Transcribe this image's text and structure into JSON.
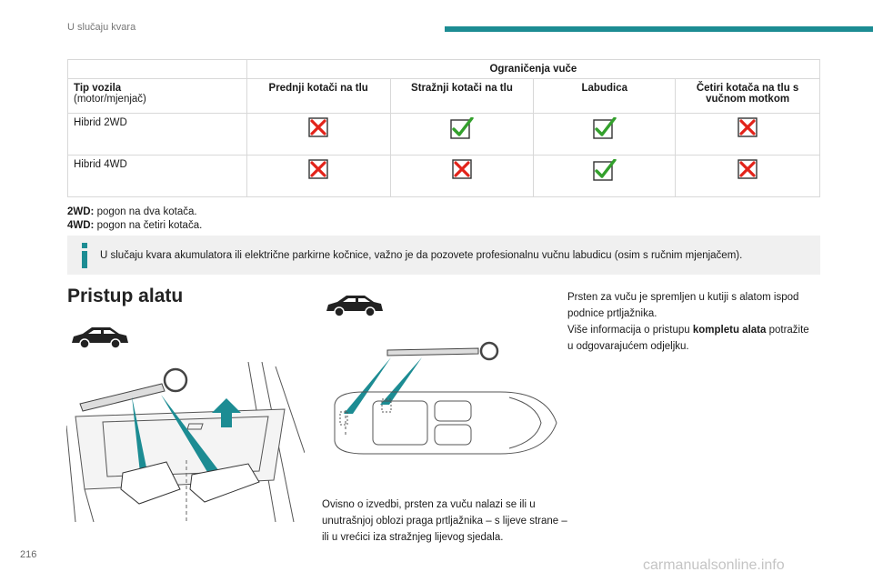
{
  "header": {
    "title": "U slučaju kvara",
    "accent_color": "#1c8c93"
  },
  "table": {
    "group_header": "Ograničenja vuče",
    "vehicle_type_label": "Tip vozila",
    "vehicle_type_sub": "(motor/mjenjač)",
    "columns": [
      "Prednji kotači na tlu",
      "Stražnji kotači na tlu",
      "Labudica",
      "Četiri kotača na tlu s vučnom motkom"
    ],
    "rows": [
      {
        "label": "Hibrid 2WD",
        "marks": [
          "cross",
          "check",
          "check",
          "cross"
        ]
      },
      {
        "label": "Hibrid 4WD",
        "marks": [
          "cross",
          "cross",
          "check",
          "cross"
        ]
      }
    ],
    "cross_color": "#e2231a",
    "check_color": "#33a02c"
  },
  "legend": [
    {
      "term": "2WD:",
      "text": " pogon na dva kotača."
    },
    {
      "term": "4WD:",
      "text": " pogon na četiri kotača."
    }
  ],
  "info_note": {
    "icon": "info-icon",
    "text": "U slučaju kvara akumulatora ili električne parkirne kočnice, važno je da pozovete profesionalnu vučnu labudicu (osim s ručnim mjenjačem)."
  },
  "section": {
    "title": "Pristup alatu"
  },
  "captions": {
    "middle": "Ovisno o izvedbi, prsten za vuču nalazi se ili u unutrašnjoj oblozi praga prtljažnika – s lijeve strane – ili u vrećici iza stražnjeg lijevog sjedala.",
    "right": {
      "line1": "Prsten za vuču je spremljen u kutiji s alatom ispod podnice prtljažnika.",
      "line2_pre": "Više informacija o pristupu ",
      "line2_bold": "kompletu alata",
      "line2_post": " potražite u odgovarajućem odjeljku."
    }
  },
  "page_number": "216",
  "watermark": "carmanualsonline.info"
}
